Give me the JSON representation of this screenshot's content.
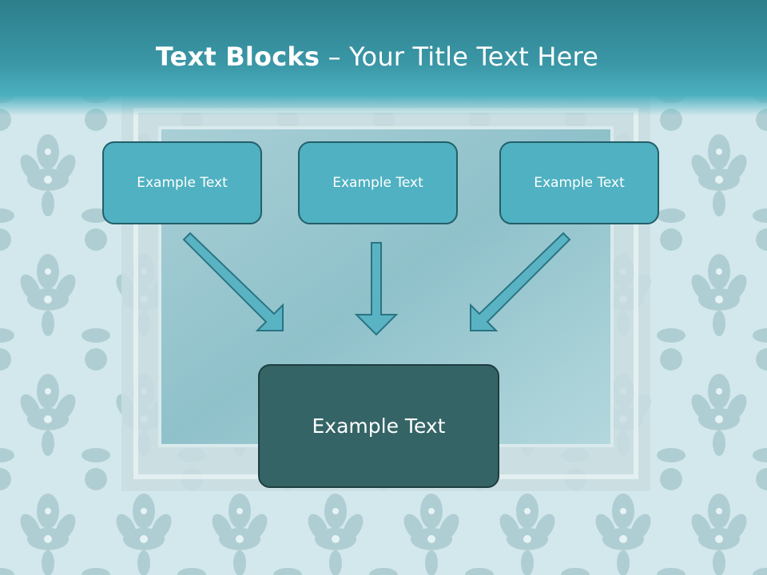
{
  "slide": {
    "title_bold": "Text Blocks",
    "title_rest": " – Your Title Text Here",
    "blocks": [
      {
        "label": "Example Text"
      },
      {
        "label": "Example Text"
      },
      {
        "label": "Example Text"
      }
    ],
    "result_block": {
      "label": "Example Text"
    }
  },
  "colors": {
    "header": "#3a97a6",
    "block_fill": "#4fb1c1",
    "block_border": "#235f69",
    "result_fill": "#346466",
    "arrow_fill": "#5ab3c3",
    "arrow_stroke": "#2a7483"
  },
  "icons": [
    "arrow-down-right-icon",
    "arrow-down-icon",
    "arrow-down-left-icon"
  ]
}
